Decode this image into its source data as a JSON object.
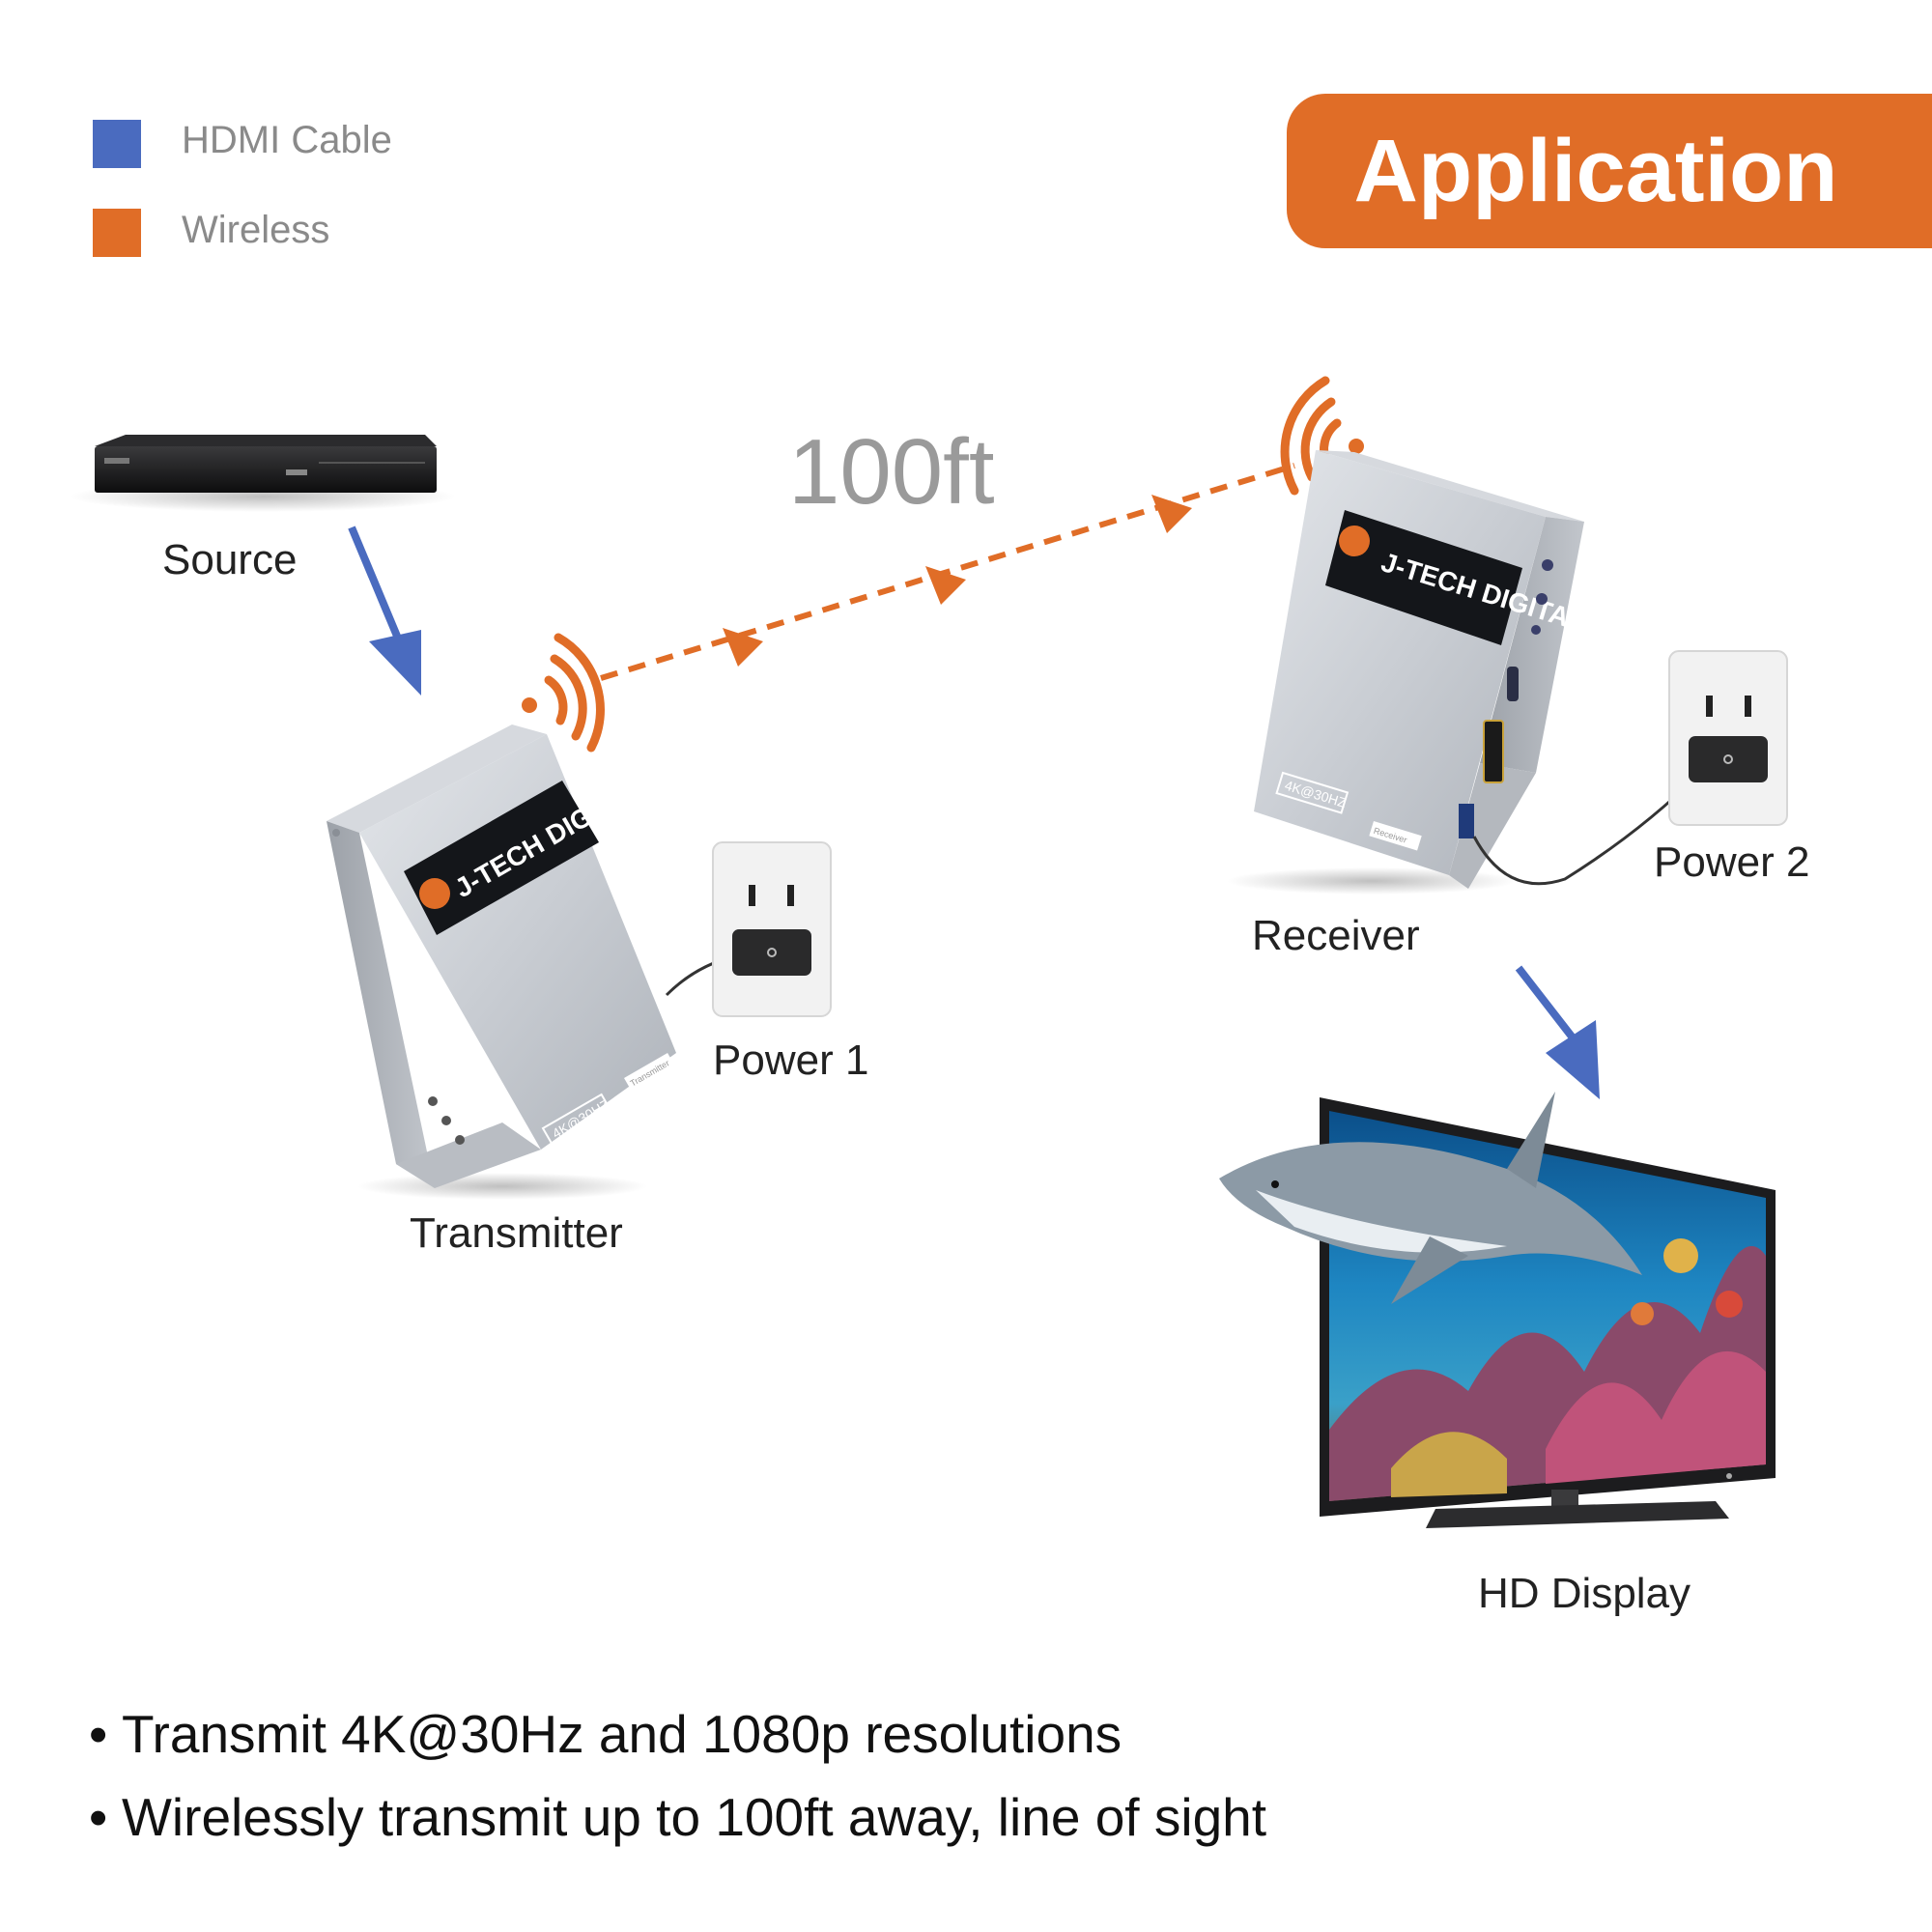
{
  "legend": {
    "items": [
      {
        "label": "HDMI Cable",
        "color": "#4a6bbf"
      },
      {
        "label": "Wireless",
        "color": "#e06d27"
      }
    ]
  },
  "title": "Application",
  "distance": "100ft",
  "nodes": {
    "source": "Source",
    "transmitter": "Transmitter",
    "power1": "Power 1",
    "receiver": "Receiver",
    "power2": "Power 2",
    "display": "HD Display"
  },
  "device": {
    "brand": "J-TECH DIGITAL",
    "resolution_badge": "4K@30HZ",
    "tx_tag": "Transmitter",
    "rx_tag": "Receiver"
  },
  "bullets": [
    "Transmit 4K@30Hz and 1080p resolutions",
    "Wirelessly transmit up to 100ft away, line of sight"
  ],
  "colors": {
    "hdmi": "#4a6bbf",
    "wireless": "#e06d27",
    "device_body": "#c9cdd3"
  }
}
